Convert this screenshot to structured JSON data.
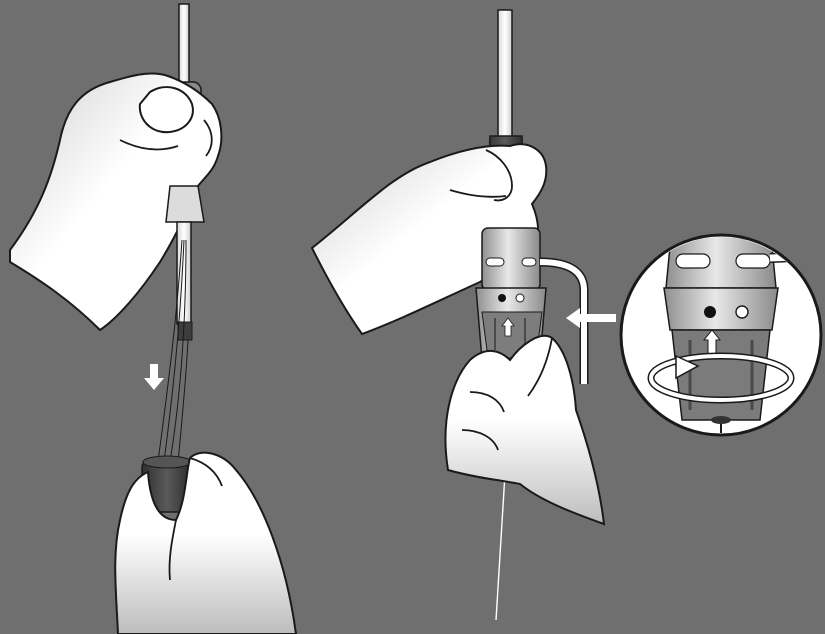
{
  "colors": {
    "background": "#6f6f6f",
    "outline": "#1a1a1a",
    "skin_light": "#ffffff",
    "skin_shadow": "#cfcfcf",
    "device_dark": "#3d3d3d",
    "device_mid": "#9a9a9a",
    "device_light": "#e6e6e6",
    "arrow": "#ffffff"
  },
  "figures": [
    {
      "name": "left-step",
      "icons": [
        "hand-icon",
        "catheter-tube",
        "valve-cap",
        "down-arrow-icon",
        "threads",
        "hand-icon"
      ]
    },
    {
      "name": "right-step",
      "icons": [
        "hand-icon",
        "catheter-tube",
        "locking-hub",
        "side-tube",
        "hand-icon",
        "thread"
      ]
    },
    {
      "name": "detail-callout",
      "icons": [
        "magnifier-circle",
        "left-arrow-icon",
        "rotation-arrow-icon",
        "indicator-dots"
      ]
    }
  ]
}
